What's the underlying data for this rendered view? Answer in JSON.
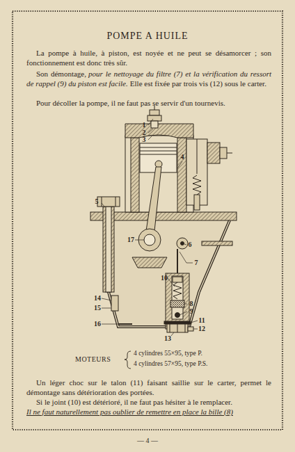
{
  "diagram": {
    "title": "POMPE A HUILE",
    "labels": [
      "La pompe à huile, à piston, est noyée et ne peut se désamorcer ; son fonctionnement est donc très sûr.",
      "Son démontage,",
      "pour le nettoyage du filtre (7) et la vérification du ressort de rappel (9) du piston est facile.",
      "Elle est fixée par trois vis (12) sous le carter.",
      "Pour décoller la pompe, il ne faut pas se servir d'un tournevis.",
      "1",
      "2",
      "3",
      "4",
      "5",
      "6",
      "7",
      "8",
      "9",
      "10",
      "11",
      "12",
      "13",
      "14",
      "15",
      "16",
      "17",
      "MOTEURS",
      "4 cylindres 55×95, type P.",
      "4 cylindres 57×95, type P.S.",
      "Un léger choc sur le talon (11) faisant saillie sur le carter, permet le démontage sans détérioration des portées.",
      "Si le joint (10) est détérioré, il ne faut pas hésiter à le remplacer.",
      "Il ne faut naturellement pas oublier de remettre en place la bille (8)",
      "— 4 —"
    ]
  }
}
